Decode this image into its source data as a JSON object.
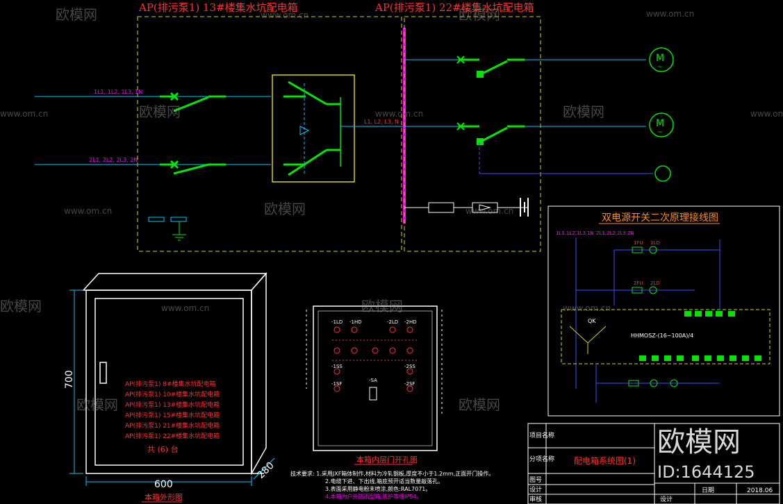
{
  "titles": {
    "box13": "AP(排污泵1) 13#楼集水坑配电箱",
    "box22": "AP(排污泵1) 22#楼集水坑配电箱",
    "dual": "双电源开关二次原理接线图",
    "door": "本箱内层门开孔图",
    "outline": "本箱外形图"
  },
  "labels": {
    "line1": "1L1, 1L2, 1L3, 1N",
    "line2": "2L1, 2L2, 2L3, 2N",
    "bus": "L1, L2, L3, N",
    "motor": "M",
    "qk": "QK",
    "switch_model": "HHMOSZ-(16~100A)/4",
    "dim_h": "700",
    "dim_w": "600",
    "dim_d": "280"
  },
  "cabinet_list": [
    "AP(排污泵1) 8#楼集水坑配电箱",
    "AP(排污泵1) 10#楼集水坑配电箱",
    "AP(排污泵1) 13#楼集水坑配电箱",
    "AP(排污泵1) 15#楼集水坑配电箱",
    "AP(排污泵1) 21#楼集水坑配电箱",
    "AP(排污泵1) 22#楼集水坑配电箱"
  ],
  "cabinet_count": "共 (6) 台",
  "door_symbols": [
    "-1LD",
    "-1HD",
    "-2LD",
    "-2HD",
    "-1SS",
    "-1SF",
    "-2SS",
    "-2SF",
    "-SA"
  ],
  "tech_notes": [
    "技术要求: 1.采用JXF箱体制作,材料为冷轧钢板,厚度不小于1.2mm,正面开门操作。",
    "2.电缆下进、下出线,箱底预开适当数量敲落孔。",
    "3.表面采用静电粉末喷涂,颜色:RAL7071。",
    "4.本箱为户外防雨型箱,防护等级IP54。"
  ],
  "title_block": {
    "rows": [
      "项目名称",
      "分项名称",
      "图号",
      "设计",
      "审核"
    ],
    "drawing_name": "配电箱系统图(1)",
    "date_label": "日期",
    "date": "2018.06",
    "designer_label": "设计"
  },
  "watermark": {
    "site": "www.om.cn",
    "brand": "欧模网",
    "id": "ID:1644125"
  },
  "colors": {
    "green": "#00e600",
    "yellow": "#d6d600",
    "cyan": "#00c8ff",
    "blue": "#3b4dff",
    "magenta": "#ff00ff",
    "red": "#ff3030",
    "orange": "#ff8c1a"
  }
}
